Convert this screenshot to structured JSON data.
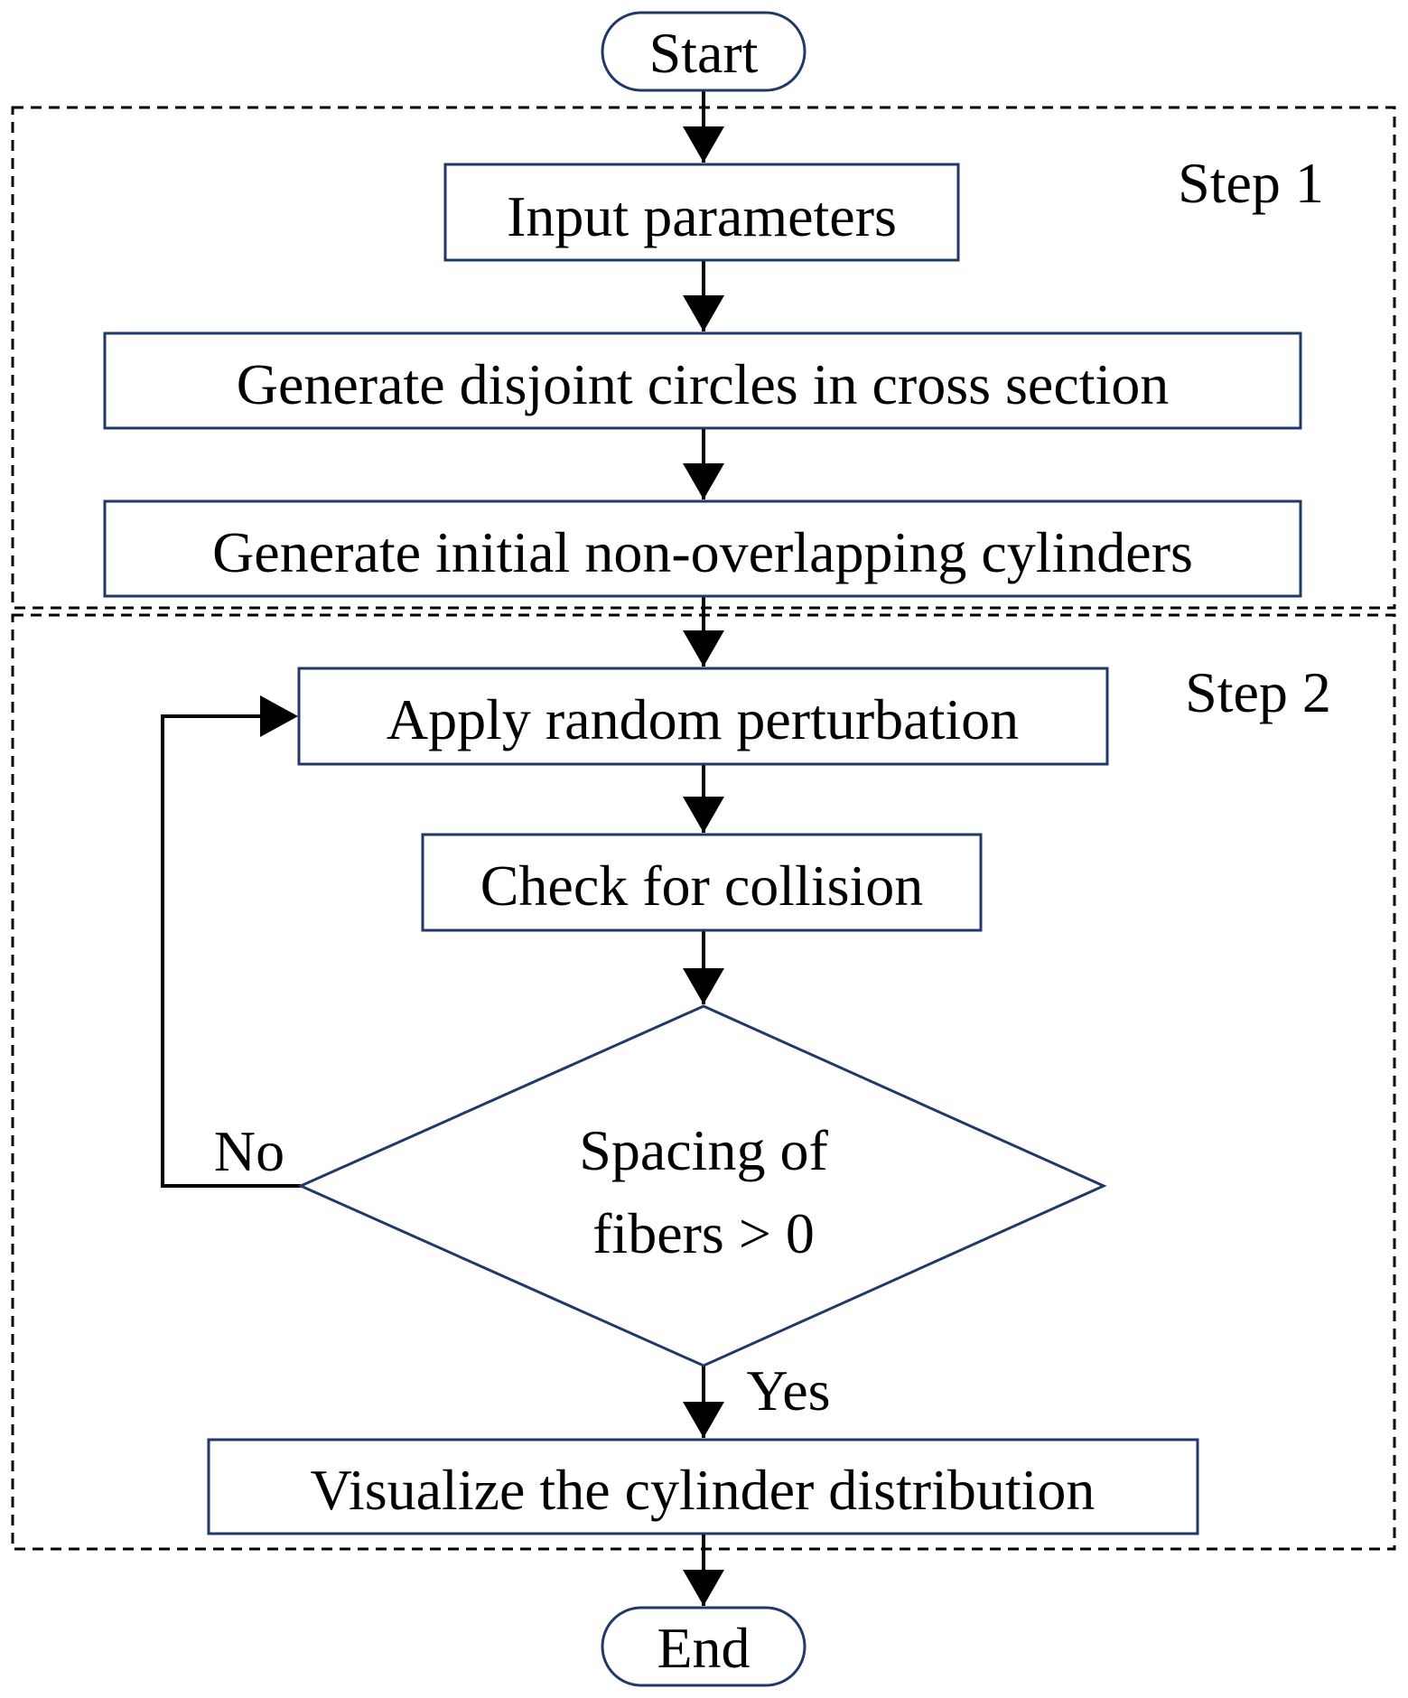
{
  "colors": {
    "box_stroke": "#1f3a68",
    "line": "#000000",
    "background": "#ffffff",
    "text": "#000000"
  },
  "labels": {
    "start": "Start",
    "end": "End",
    "step1": "Step 1",
    "step2": "Step 2",
    "input_parameters": "Input parameters",
    "generate_circles": "Generate disjoint circles in cross section",
    "generate_cylinders": "Generate initial non-overlapping cylinders",
    "apply_perturbation": "Apply random perturbation",
    "check_collision": "Check for collision",
    "decision_line1": "Spacing of",
    "decision_line2": "fibers > 0",
    "no": "No",
    "yes": "Yes",
    "visualize": "Visualize the cylinder distribution"
  }
}
